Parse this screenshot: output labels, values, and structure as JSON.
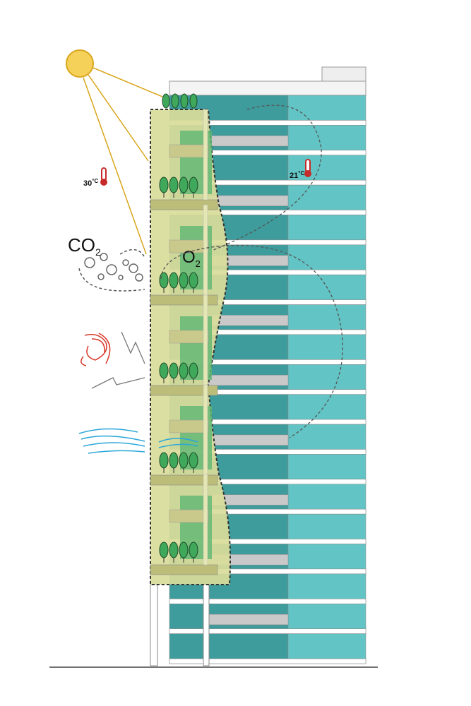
{
  "labels": {
    "co2_main": "CO",
    "co2_sub": "2",
    "o2_main": "O",
    "o2_sub": "2",
    "temp_outside": "30",
    "temp_outside_unit": "°C",
    "temp_inside": "21",
    "temp_inside_unit": "°C"
  },
  "colors": {
    "sun": "#f6d15a",
    "sun_stroke": "#d8a61c",
    "glass": "#62c4c4",
    "glass_dark": "#3f9c9c",
    "green_facade": "#d9dc9a",
    "green_panel": "#5fb673",
    "tree": "#3fa85a",
    "noise": "#d7382a",
    "wind": "#2aa7d8",
    "thermo": "#c62a2a"
  },
  "floors": 19
}
